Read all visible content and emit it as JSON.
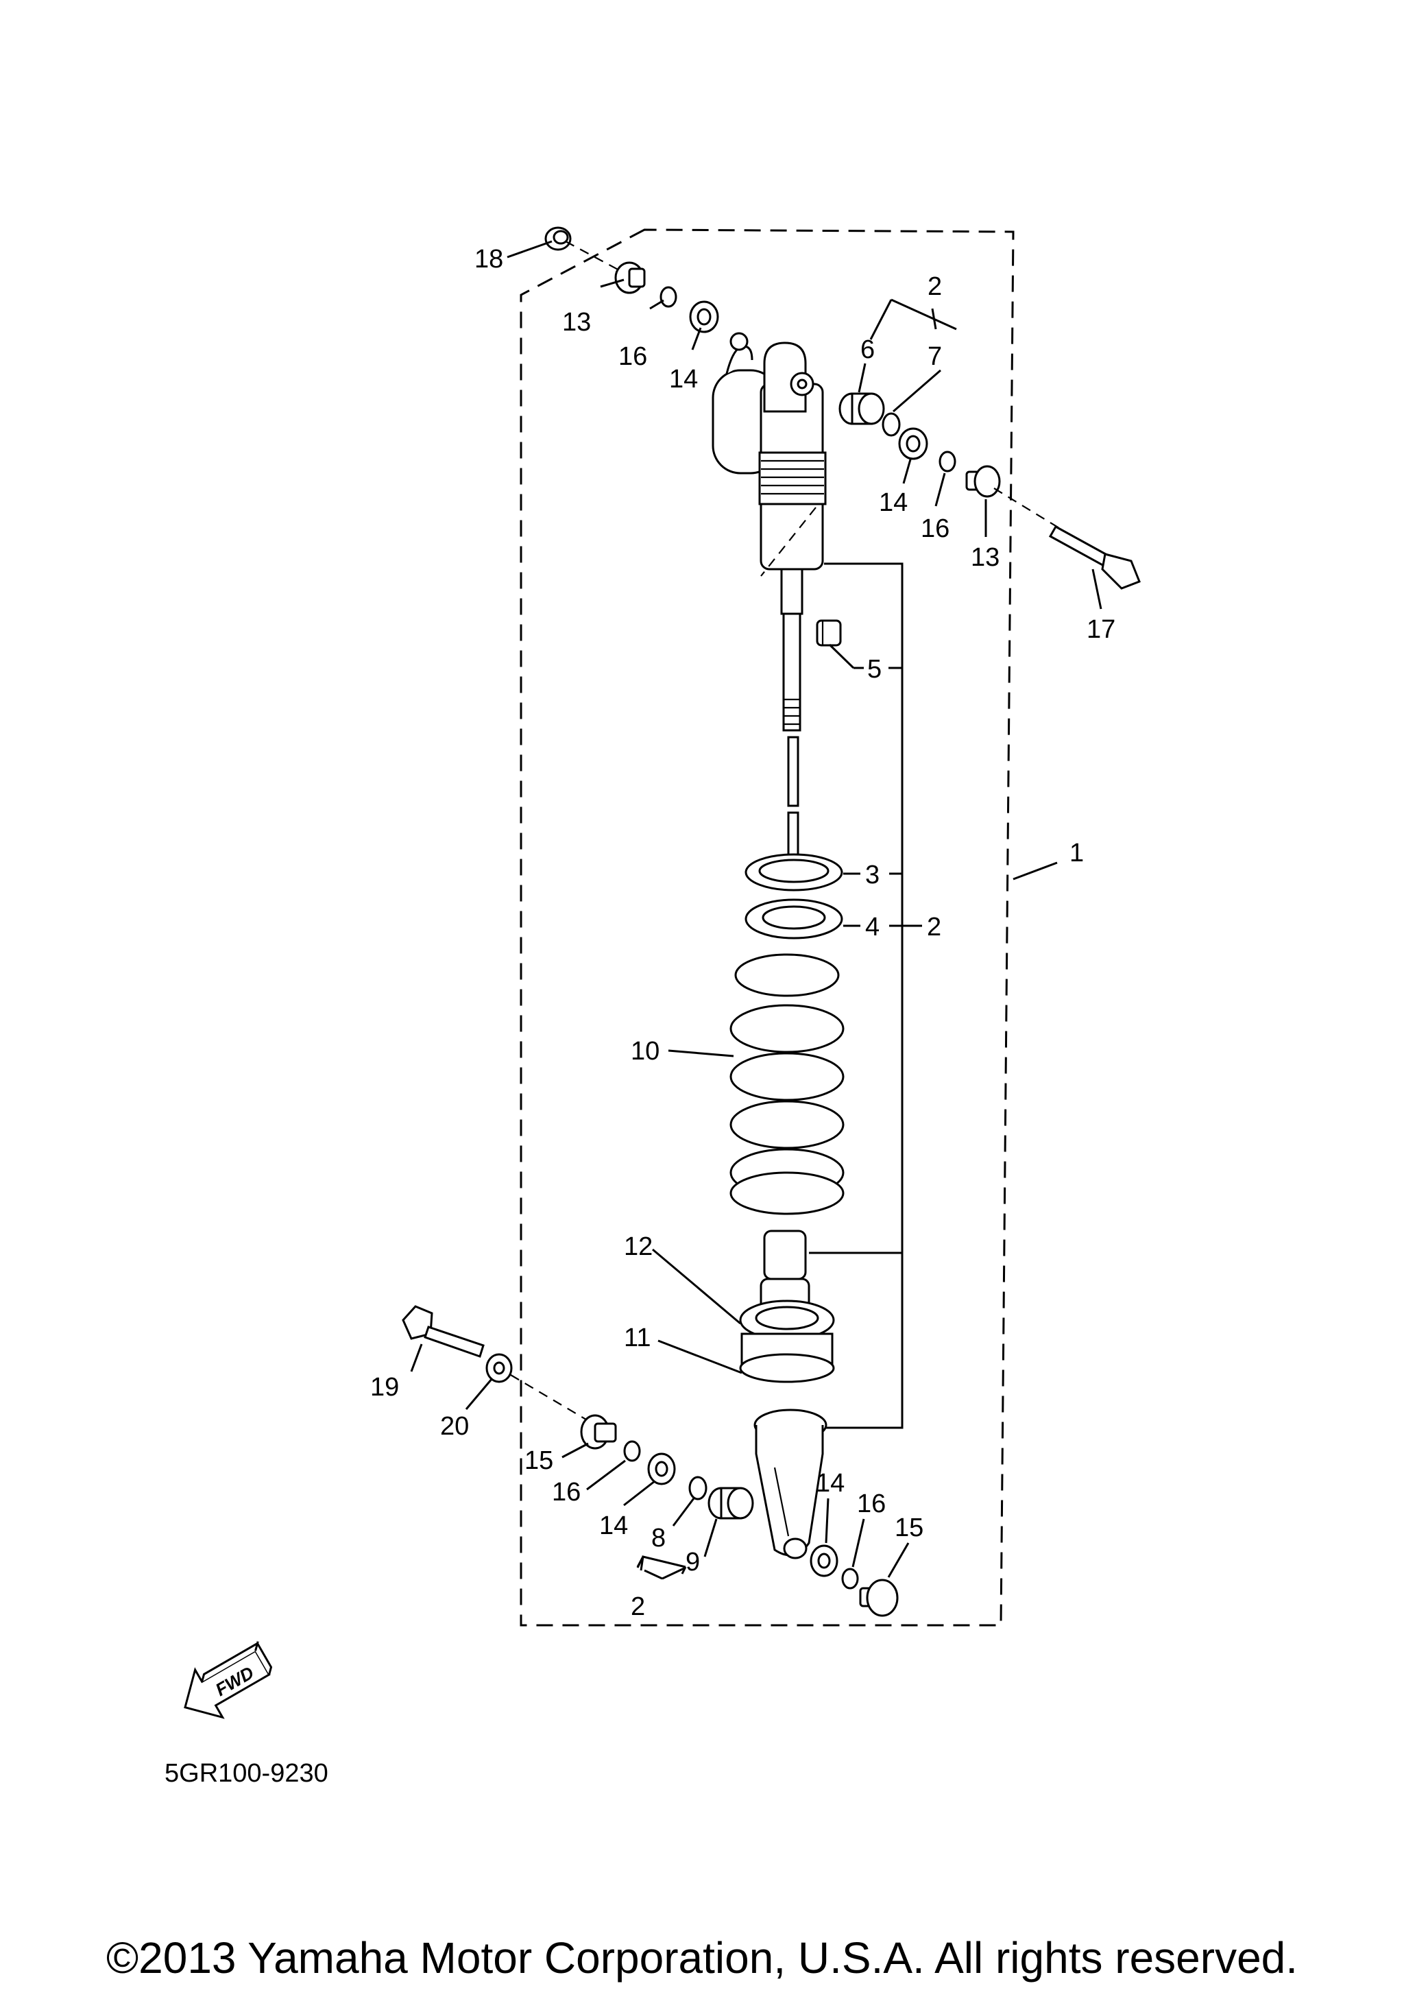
{
  "diagram_code": "5GR100-9230",
  "copyright": "©2013 Yamaha Motor Corporation, U.S.A. All rights reserved.",
  "fwd_label": "FWD",
  "callouts": {
    "c1": "1",
    "c2_top": "2",
    "c2_mid": "2",
    "c2_bot": "2",
    "c3": "3",
    "c4": "4",
    "c5": "5",
    "c6": "6",
    "c7": "7",
    "c8": "8",
    "c9": "9",
    "c10": "10",
    "c11": "11",
    "c12": "12",
    "c13_a": "13",
    "c13_b": "13",
    "c14_a": "14",
    "c14_b": "14",
    "c14_c": "14",
    "c14_d": "14",
    "c15_a": "15",
    "c15_b": "15",
    "c16_a": "16",
    "c16_b": "16",
    "c16_c": "16",
    "c16_d": "16",
    "c17": "17",
    "c18": "18",
    "c19": "19",
    "c20": "20"
  }
}
